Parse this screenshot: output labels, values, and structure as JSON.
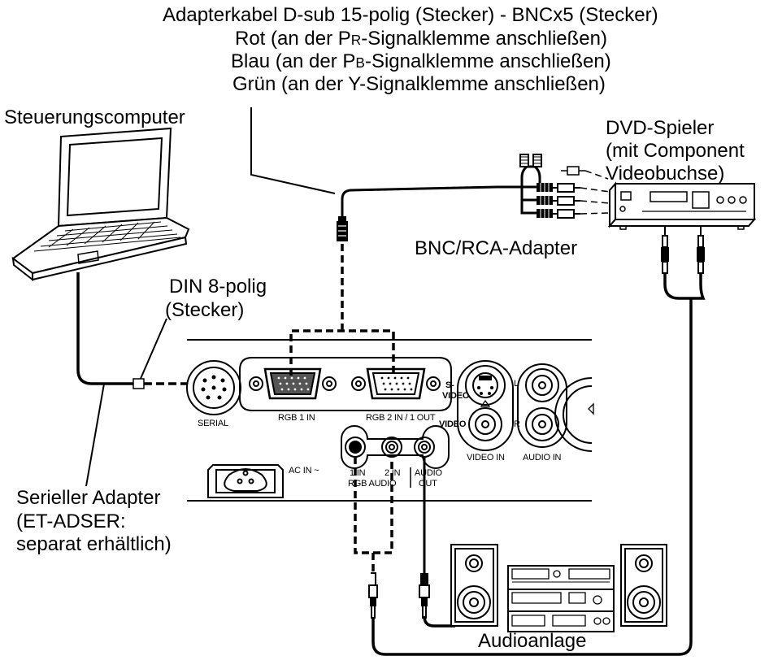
{
  "labels": {
    "cable_line1": "Adapterkabel D-sub 15-polig (Stecker) - BNCx5 (Stecker)",
    "cable_line2": "Rot (an der PR-Signalklemme anschließen)",
    "cable_line2_a": "Rot (an der P",
    "cable_line2_sub": "R",
    "cable_line2_b": "-Signalklemme anschließen)",
    "cable_line3": "Blau (an der PB-Signalklemme anschließen)",
    "cable_line3_a": "Blau (an der P",
    "cable_line3_sub": "B",
    "cable_line3_b": "-Signalklemme anschließen)",
    "cable_line4": "Grün (an der Y-Signalklemme anschließen)",
    "computer": "Steuerungscomputer",
    "dvd_line1": "DVD-Spieler",
    "dvd_line2": "(mit Component",
    "dvd_line3": "Videobuchse)",
    "bnc_rca": "BNC/RCA-Adapter",
    "din_line1": "DIN 8-polig",
    "din_line2": "(Stecker)",
    "serial_line1": "Serieller Adapter",
    "serial_line2": "(ET-ADSER:",
    "serial_line3": "separat erhältlich)",
    "audio_system": "Audioanlage"
  },
  "panel": {
    "serial": "SERIAL",
    "rgb1_in": "RGB 1 IN",
    "rgb2_in_out": "RGB 2 IN / 1 OUT",
    "s_video_top": "S-",
    "s_video_bottom": "VIDEO",
    "video": "VIDEO",
    "video_in": "VIDEO IN",
    "audio_in": "AUDIO IN",
    "audio_l": "L",
    "audio_r": "R",
    "ac_in": "AC IN ~",
    "in1": "1 IN",
    "in2": "2 IN",
    "rgb_audio": "RGB AUDIO",
    "audio_out_top": "AUDIO",
    "audio_out_bottom": "OUT"
  }
}
